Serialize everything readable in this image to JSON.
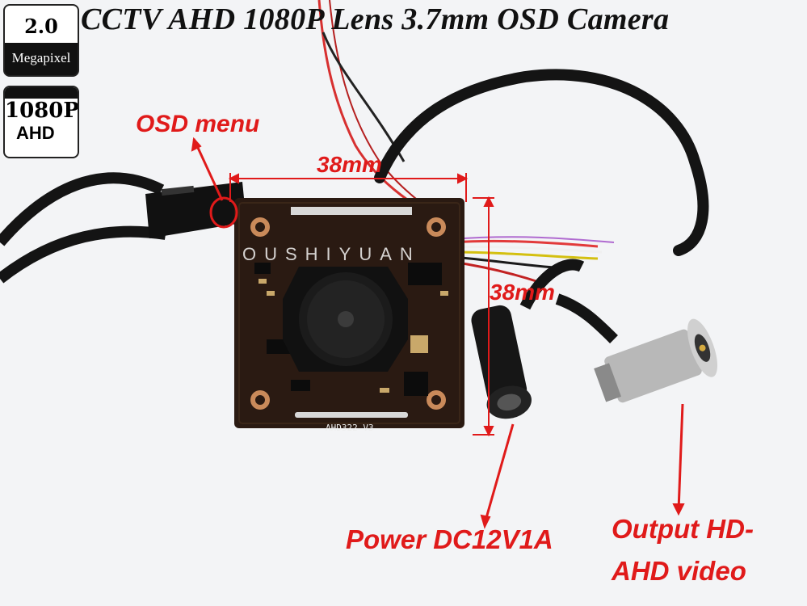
{
  "title": "CCTV AHD 1080P Lens 3.7mm OSD Camera",
  "badges": {
    "megapixel": {
      "value": "2.0",
      "label": "Megapixel"
    },
    "resolution": {
      "value": "1080P",
      "label": "AHD"
    }
  },
  "annotations": {
    "osd": "OSD menu",
    "width": "38mm",
    "height": "38mm",
    "power": "Power DC12V1A",
    "output_line1": "Output HD-",
    "output_line2": "AHD video"
  },
  "watermark": "OUSHIYUAN",
  "board_label": "AHD322 V3",
  "colors": {
    "annotation": "#e01a1a",
    "pcb": "#2a1a12",
    "cable": "#141414"
  }
}
